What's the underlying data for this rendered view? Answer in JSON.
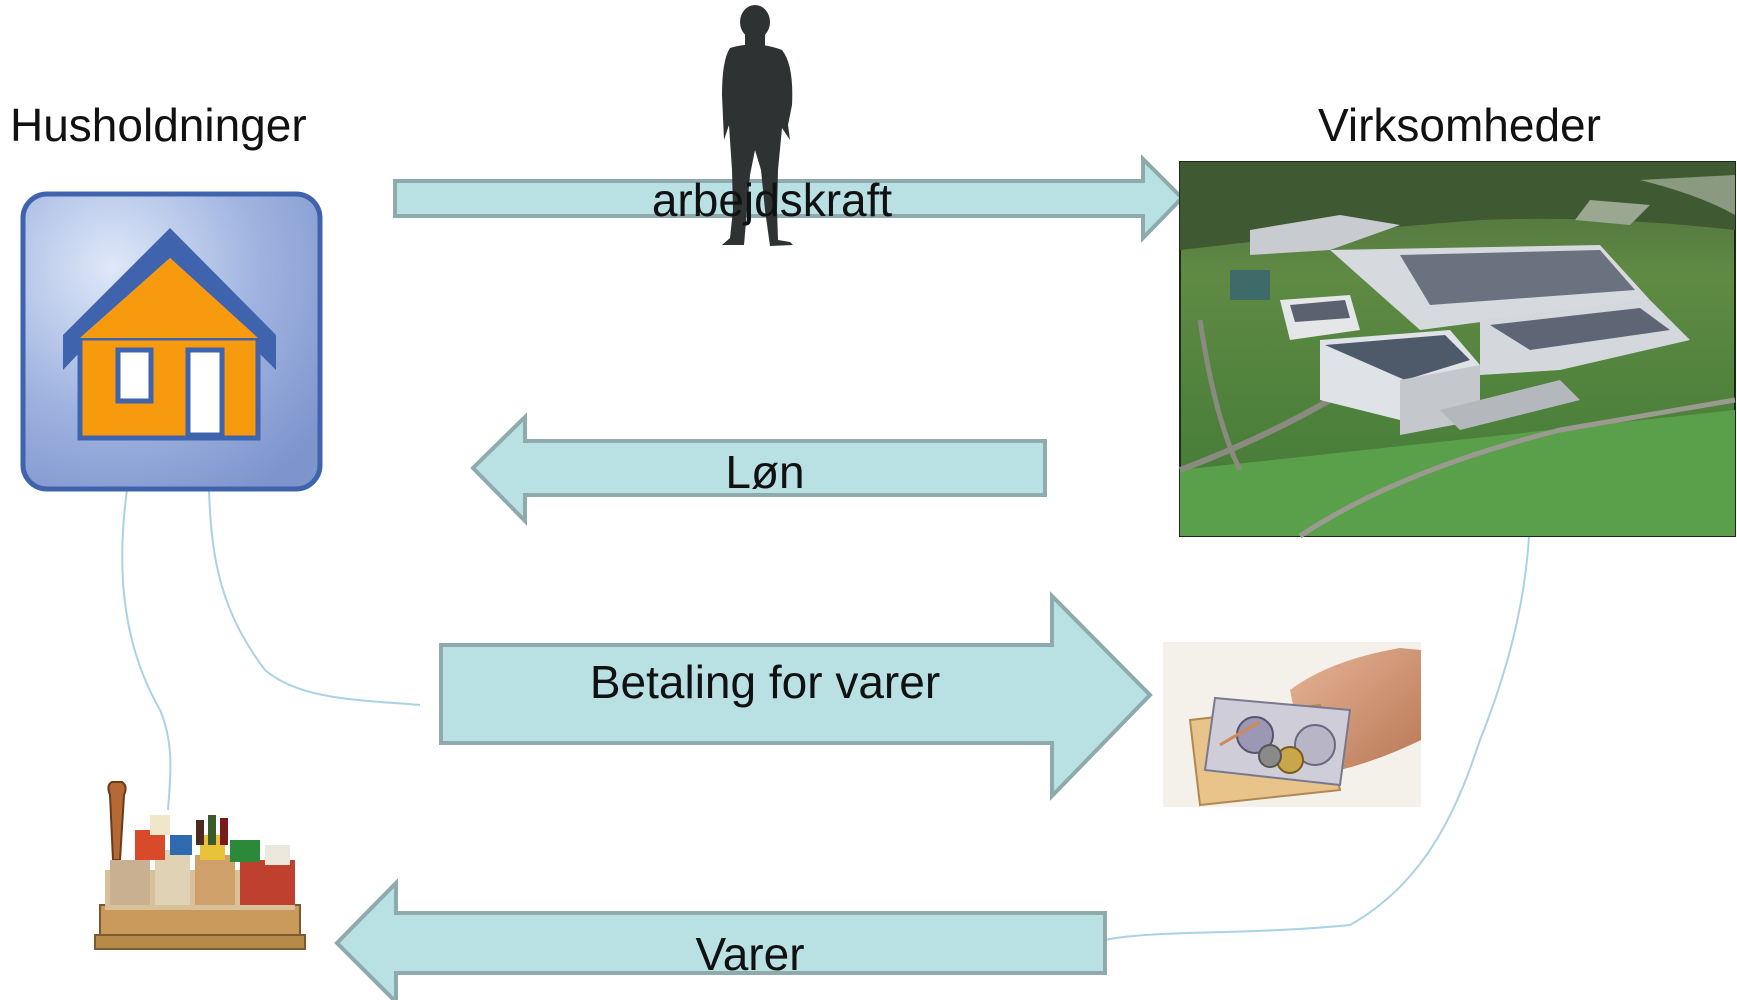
{
  "nodes": {
    "households": {
      "label": "Husholdninger"
    },
    "firms": {
      "label": "Virksomheder"
    }
  },
  "flows": {
    "labor": {
      "label": "arbejdskraft"
    },
    "wage": {
      "label": "Løn"
    },
    "payment": {
      "label": "Betaling for varer"
    },
    "goods": {
      "label": "Varer"
    }
  },
  "colors": {
    "arrow_fill": "#b9e0e3",
    "arrow_stroke": "#8faaac",
    "house_tile": "#8fa4d6",
    "house_tile_border": "#3f63ad",
    "house_roof": "#3f63ad",
    "house_wall": "#f89a0e",
    "connector_line": "#a9d3e4",
    "silhouette": "#2e3233"
  },
  "icons": {
    "households": "house-icon",
    "labor": "person-silhouette-icon",
    "firms": "factory-photo",
    "payment": "money-in-hand-photo",
    "goods": "goods-pallet-photo"
  }
}
